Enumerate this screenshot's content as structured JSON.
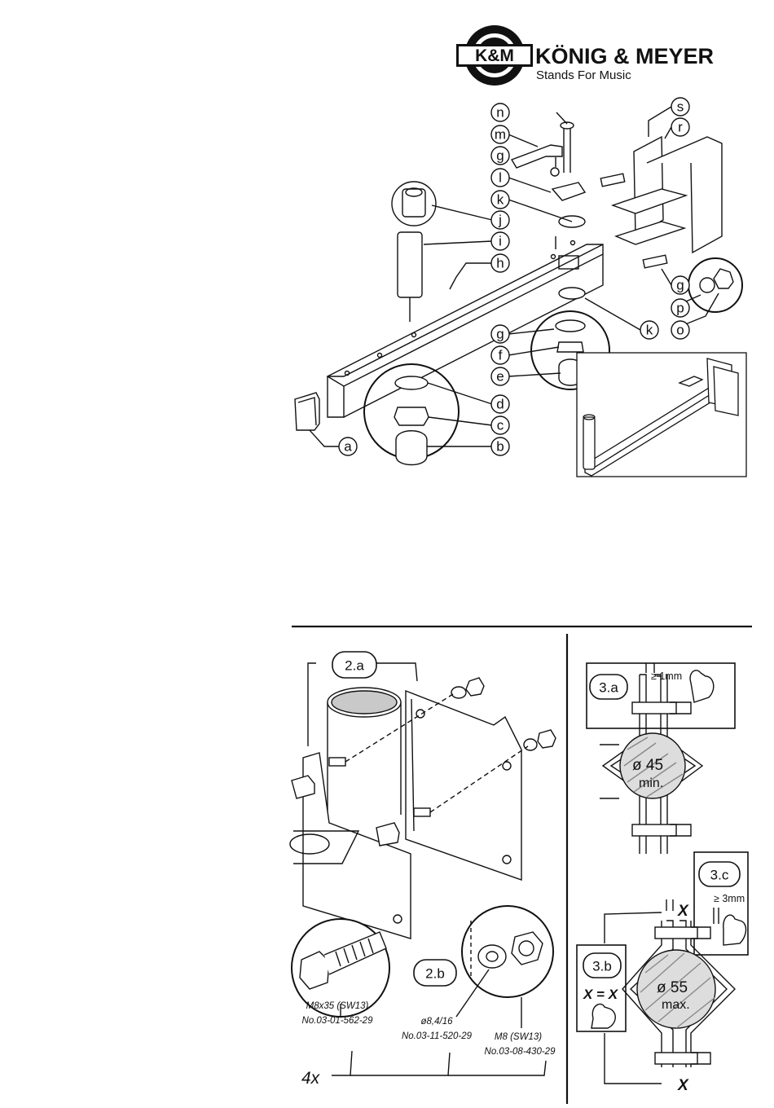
{
  "header": {
    "logo_mark": "K&M",
    "brand_name": "KÖNIG & MEYER",
    "tagline": "Stands For Music"
  },
  "figure1": {
    "part_labels": [
      "n",
      "m",
      "g",
      "l",
      "k",
      "j",
      "i",
      "h",
      "g",
      "k",
      "g",
      "f",
      "e",
      "d",
      "c",
      "b",
      "a",
      "s",
      "r",
      "g",
      "p",
      "o"
    ]
  },
  "figure2": {
    "step_2a": "2.a",
    "step_2b": "2.b",
    "bolt_spec": "M8x35 (SW13)",
    "bolt_no": "No.03-01-562-29",
    "washer_spec": "ø8,4/16",
    "washer_no": "No.03-11-520-29",
    "nut_spec": "M8 (SW13)",
    "nut_no": "No.03-08-430-29",
    "quantity": "4x"
  },
  "figure3": {
    "step_3a": "3.a",
    "gap_3a": "≥ 1mm",
    "diameter_3a": "ø 45",
    "diameter_3a_note": "min.",
    "step_3b": "3.b",
    "equation": "X = X",
    "mark_x": "X",
    "diameter_3b": "ø 55",
    "diameter_3b_note": "max.",
    "step_3c": "3.c",
    "gap_3c": "≥ 3mm"
  }
}
